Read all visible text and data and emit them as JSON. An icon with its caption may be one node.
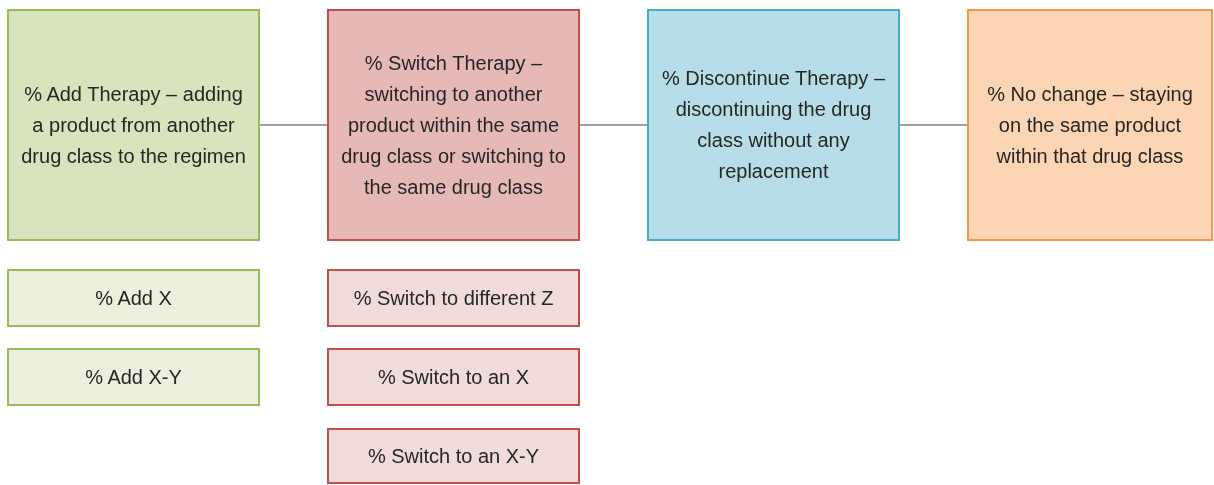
{
  "diagram": {
    "nodes": [
      {
        "text": [
          "% Add Therapy – adding a product from another drug class to the regimen"
        ]
      },
      {
        "text": [
          "% Switch Therapy – switching to another product within the same drug class or switching to the same drug class"
        ]
      },
      {
        "text": [
          "% Discontinue Therapy – discontinuing the drug class without any replacement"
        ]
      },
      {
        "text": [
          "% No change – staying on the same product within that drug class"
        ]
      },
      {
        "text": [
          "% Add X"
        ]
      },
      {
        "text": [
          "% Add X-Y"
        ]
      },
      {
        "text": [
          "% Switch to different Z"
        ]
      },
      {
        "text": [
          "% Switch to an X"
        ]
      },
      {
        "text": [
          "% Switch to an X-Y"
        ]
      }
    ],
    "edges": [
      {
        "from": 0,
        "to": 1,
        "arrow": "none"
      },
      {
        "from": 1,
        "to": 2,
        "arrow": "none"
      },
      {
        "from": 2,
        "to": 3,
        "arrow": "none"
      }
    ]
  }
}
